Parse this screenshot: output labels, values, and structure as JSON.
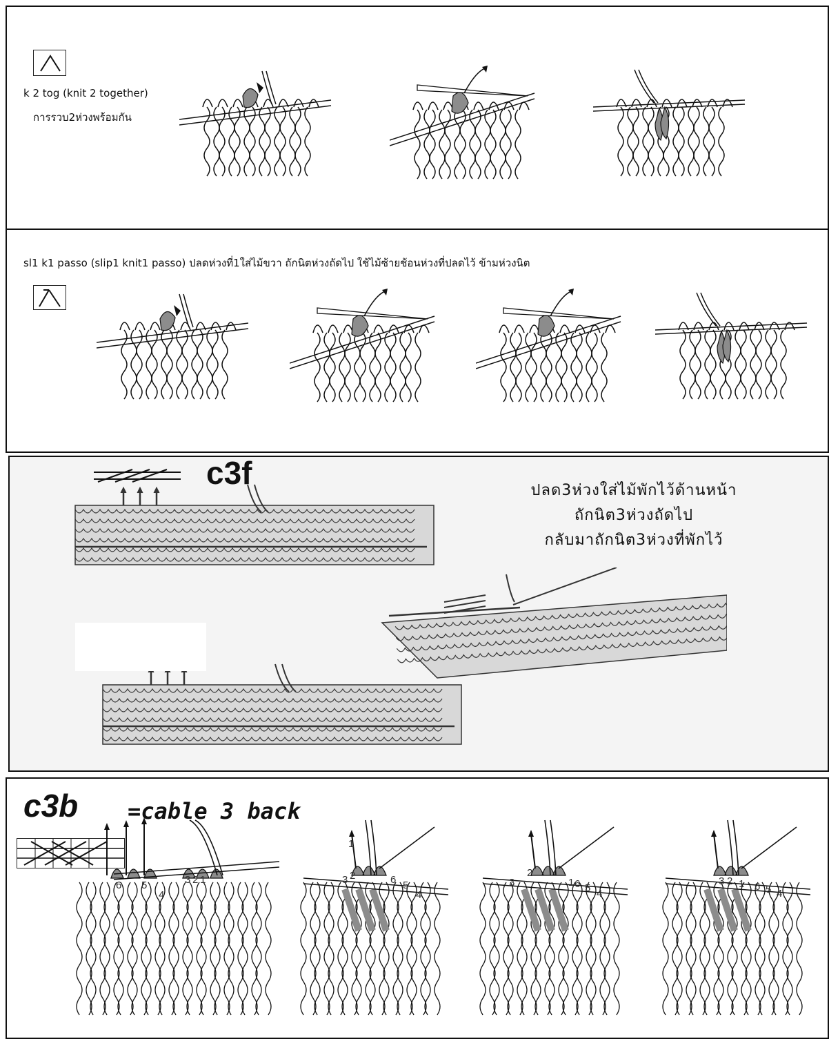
{
  "panel_k2tog": {
    "label_en": "k 2 tog (knit 2 together)",
    "label_th": "การรวบ2ห่วงพร้อมกัน",
    "symbol_icon": "k2tog-symbol-icon"
  },
  "panel_skp": {
    "label": "sl1 k1 passo (slip1 knit1 passo)   ปลดห่วงที่1ใส่ไม้ขวา ถักนิตห่วงถัดไป ใช้ไม้ซ้ายช้อนห่วงที่ปลดไว้ ข้ามห่วงนิต",
    "symbol_icon": "skp-symbol-icon"
  },
  "panel_c3f": {
    "title": "c3f",
    "line1": "ปลด3ห่วงใส่ไม้พักไว้ด้านหน้า",
    "line2": "ถักนิต3ห่วงถัดไป",
    "line3": "กลับมาถักนิต3ห่วงที่พักไว้",
    "symbol_icon": "cable-front-symbol-icon"
  },
  "panel_c3b": {
    "title": "c3b",
    "subtitle": "=cable 3 back",
    "symbol_icon": "cable-back-symbol-icon",
    "step_numbers": {
      "s1": [
        "6",
        "5",
        "4",
        "3",
        "2",
        "1"
      ],
      "s2": [
        "1",
        "3",
        "2",
        "6",
        "5",
        "4"
      ],
      "s3": [
        "3",
        "2",
        "1",
        "6",
        "5",
        "4"
      ],
      "s4": [
        "3",
        "2",
        "1",
        "6",
        "5",
        "4"
      ]
    }
  },
  "colors": {
    "ink": "#111111",
    "shade": "#8c8c8c",
    "paper": "#ffffff"
  }
}
